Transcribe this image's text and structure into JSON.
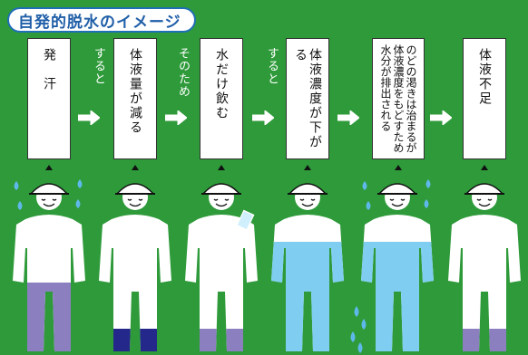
{
  "title": "自発的脱水のイメージ",
  "steps": [
    {
      "label": "発　汗",
      "water_level": 0.52,
      "level_color": "#8c7fc0"
    },
    {
      "label": "体液量が減る",
      "water_level": 0.18,
      "level_color": "#23288a"
    },
    {
      "label": "水だけ飲む",
      "water_level": 0.18,
      "level_color": "#8c7fc0"
    },
    {
      "label": "体液濃度が下がる",
      "water_level": 0.82,
      "level_color": "#7fcdf0"
    },
    {
      "label": "のどの渇きは治まるが\n体液濃度をもどすため\n水分が排出される",
      "water_level": 0.82,
      "level_color": "#7fcdf0"
    },
    {
      "label": "体液不足",
      "water_level": 0.18,
      "level_color": "#8c7fc0"
    }
  ],
  "connectors": [
    "すると",
    "そのため",
    "すると",
    ""
  ],
  "colors": {
    "background": "#2e9a3a",
    "accent_blue": "#1f6fb6",
    "drop": "#5fb8ea"
  },
  "icons": [
    "helmet-icon",
    "sweat-drop-icon",
    "glass-icon",
    "arrow-right-icon"
  ]
}
